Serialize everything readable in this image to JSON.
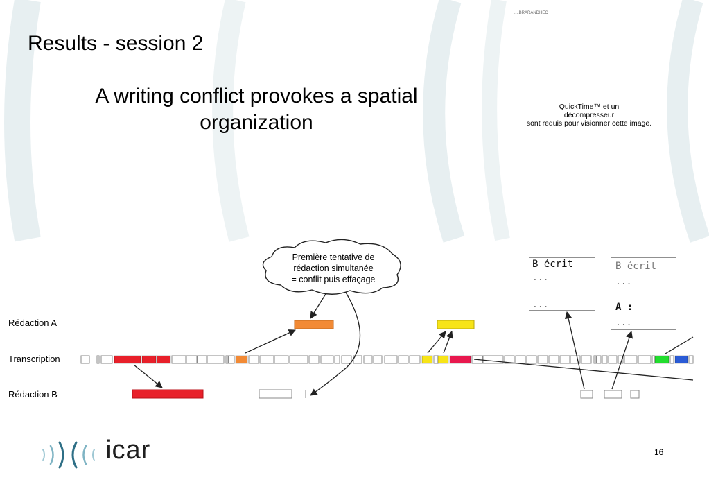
{
  "slide": {
    "title": "Results - session 2",
    "subtitle": "A writing conflict provokes a spatial organization",
    "page_number": "16"
  },
  "quicktime": {
    "tiny_text": "....BRARANDHEC",
    "line1": "QuickTime™ et un",
    "line2": "décompresseur",
    "line3": "sont requis pour visionner cette image."
  },
  "rows": {
    "redaction_a": "Rédaction A",
    "transcription": "Transcription",
    "redaction_b": "Rédaction B"
  },
  "cloud": {
    "line1": "Première tentative de",
    "line2": "rédaction simultanée",
    "line3": "= conflit puis effaçage"
  },
  "document_a": {
    "heading": "B écrit",
    "dots1": "...",
    "dots2": "..."
  },
  "document_b": {
    "heading": "B écrit",
    "dots1": "...",
    "label_a": "A :",
    "dots2": "..."
  },
  "logo": {
    "text": "icar"
  },
  "colors": {
    "red": "#e8202a",
    "orange": "#f28a35",
    "yellow": "#f7e418",
    "magenta": "#e8184e",
    "green": "#22dd2e",
    "blue": "#2a5bd6",
    "cell_border": "#8a8a8a",
    "deco": "#e6eef0"
  }
}
